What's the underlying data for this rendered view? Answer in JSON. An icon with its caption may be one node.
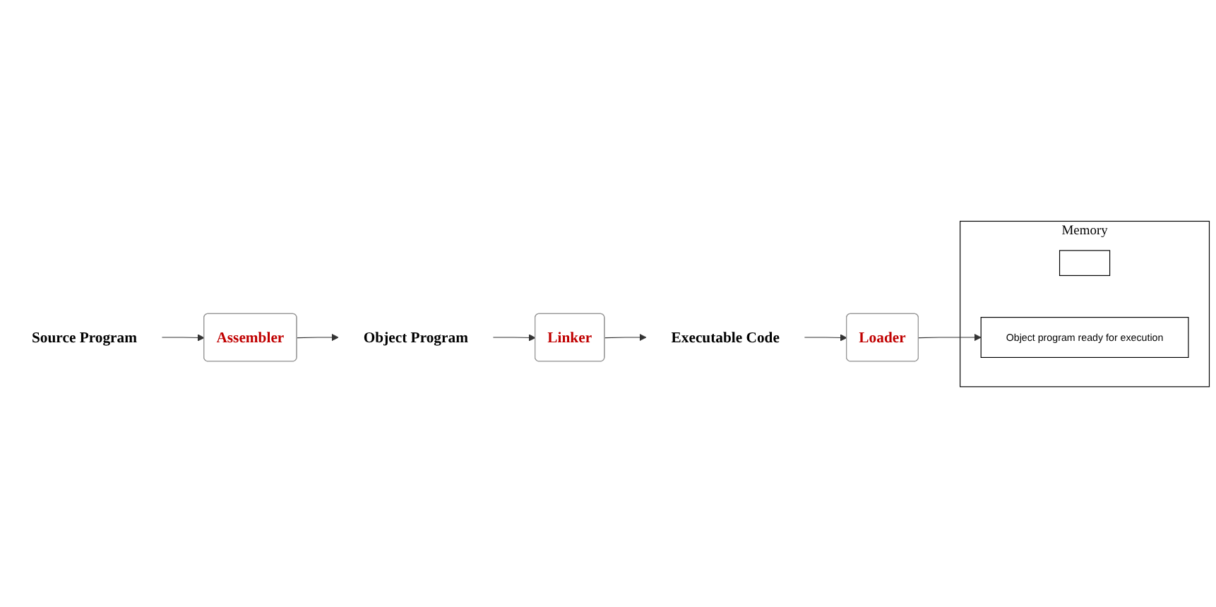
{
  "diagram": {
    "nodes": [
      {
        "text": [
          "Source Program"
        ]
      },
      {
        "text": [
          "Assembler"
        ]
      },
      {
        "text": [
          "Object Program"
        ]
      },
      {
        "text": [
          "Linker"
        ]
      },
      {
        "text": [
          "Executable Code"
        ]
      },
      {
        "text": [
          "Loader"
        ]
      },
      {
        "text": [
          "Memory"
        ]
      },
      {
        "text": [],
        "shape": "box",
        "in": 6
      },
      {
        "text": [
          "Object program ready for execution"
        ],
        "in": 6
      }
    ],
    "edges": [
      {
        "from": 0,
        "to": 1,
        "arrow": "to"
      },
      {
        "from": 1,
        "to": 2,
        "arrow": "to"
      },
      {
        "from": 2,
        "to": 3,
        "arrow": "to"
      },
      {
        "from": 3,
        "to": 4,
        "arrow": "to"
      },
      {
        "from": 4,
        "to": 5,
        "arrow": "to"
      },
      {
        "from": 5,
        "to": 8,
        "arrow": "to"
      }
    ]
  }
}
